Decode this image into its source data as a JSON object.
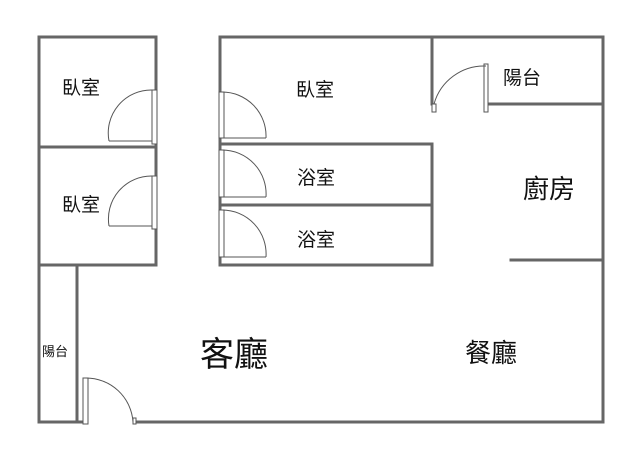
{
  "floor_plan": {
    "rooms": {
      "bedroom_top_left": "臥室",
      "bedroom_mid_left": "臥室",
      "bedroom_top_center": "臥室",
      "bathroom_upper": "浴室",
      "bathroom_lower": "浴室",
      "balcony_top_right": "陽台",
      "kitchen": "廚房",
      "balcony_left": "陽台",
      "living_room": "客廳",
      "dining_room": "餐廳"
    },
    "colors": {
      "wall": "#666666",
      "door": "#555555",
      "label": "#111111",
      "background": "#ffffff"
    }
  }
}
